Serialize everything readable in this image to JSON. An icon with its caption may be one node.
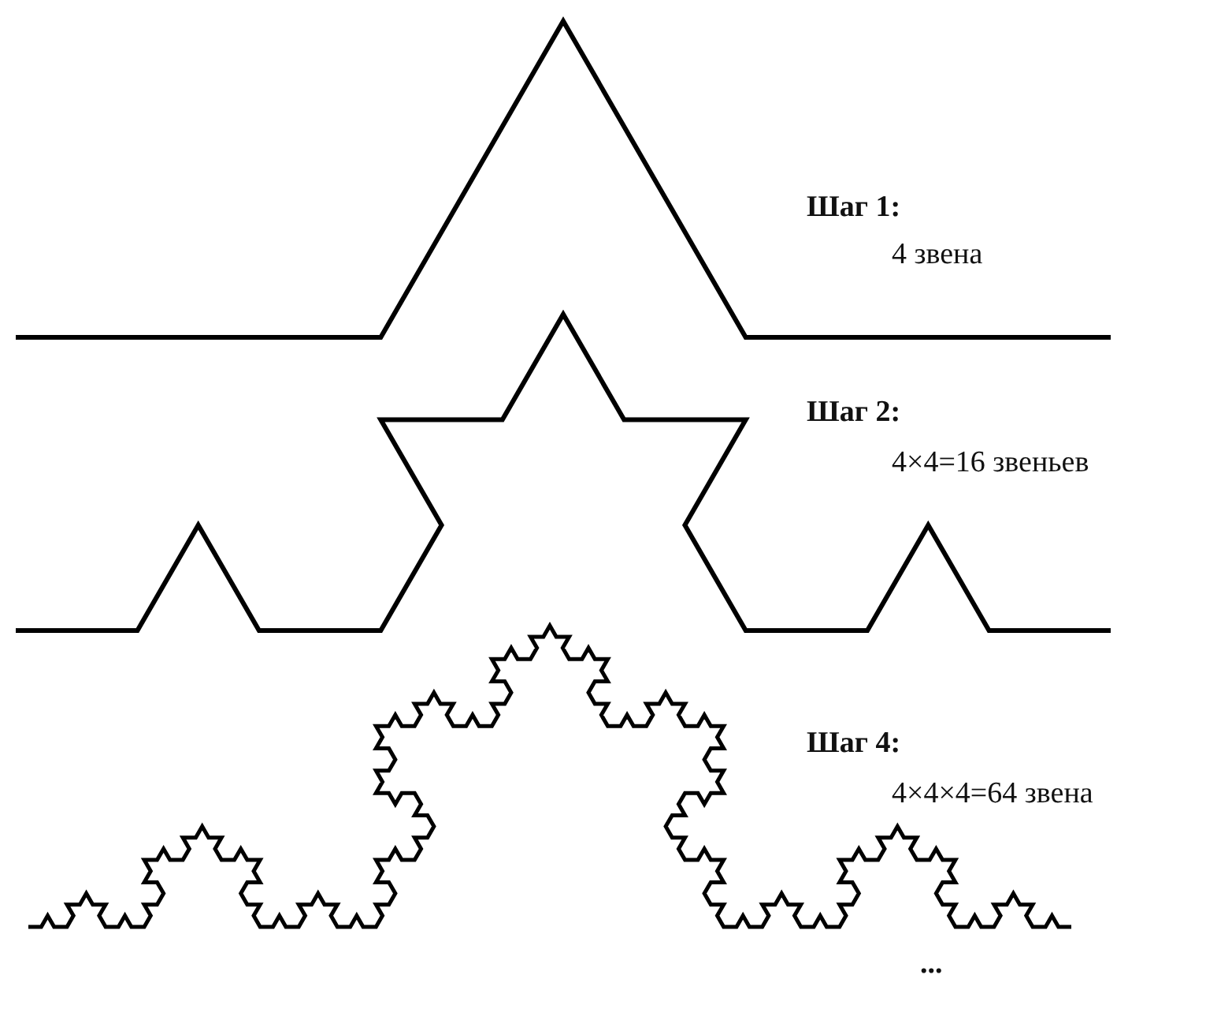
{
  "diagram": {
    "labels": [
      "Шаг 1:",
      "4 звена",
      "Шаг 2:",
      "4×4=16 звеньев",
      "Шаг 4:",
      "4×4×4=64 звена",
      "..."
    ]
  }
}
